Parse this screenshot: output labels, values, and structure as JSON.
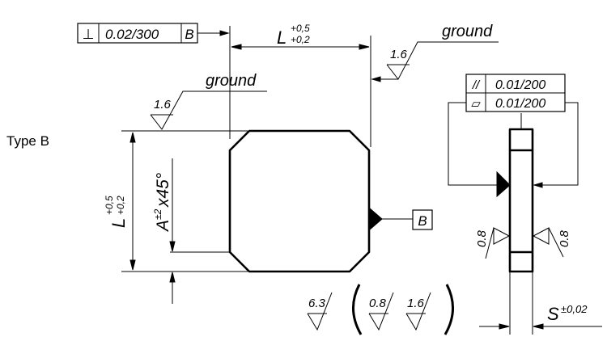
{
  "type_label": "Type B",
  "top_fcf": {
    "symbol": "⊥",
    "tolerance": "0.02/300",
    "datum": "B"
  },
  "right_fcf": {
    "row1": {
      "symbol": "//",
      "tolerance": "0.01/200"
    },
    "row2": {
      "symbol": "▱",
      "tolerance": "0.01/200"
    }
  },
  "datum_label": "B",
  "dim_top": {
    "base": "L",
    "upper": "+0,5",
    "lower": "+0,2"
  },
  "dim_left": {
    "base": "L",
    "upper": "+0,5",
    "lower": "+0,2"
  },
  "chamfer": {
    "base": "A",
    "tol": "±2",
    "suffix": "x45°"
  },
  "thickness": {
    "base": "S",
    "tol": "±0,02"
  },
  "finish_top": {
    "value": "1.6",
    "note": "ground"
  },
  "finish_left": {
    "value": "1.6",
    "note": "ground"
  },
  "finish_side_left": "0.8",
  "finish_side_right": "0.8",
  "general_finish": {
    "main": "6.3",
    "inner1": "0.8",
    "inner2": "1.6"
  },
  "colors": {
    "line": "#000000",
    "background": "#ffffff"
  }
}
